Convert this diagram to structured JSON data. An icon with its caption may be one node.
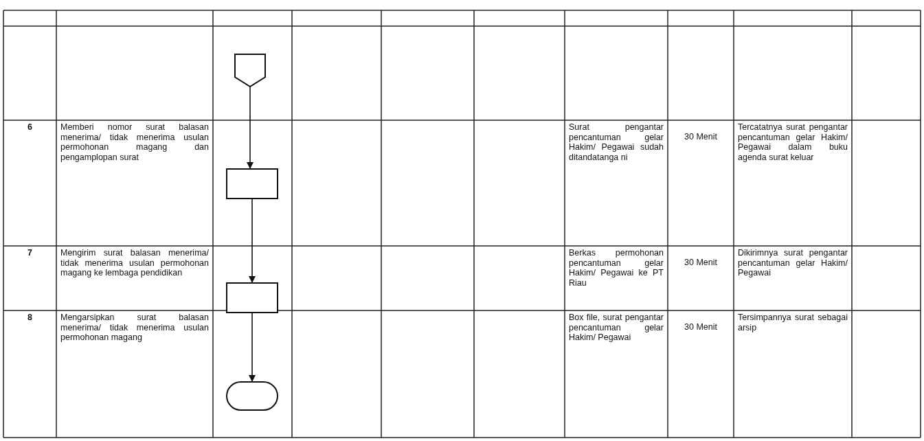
{
  "diagram": {
    "nodes": [
      {
        "text": [],
        "shape": "pentagon"
      },
      {
        "text": [],
        "shape": "box"
      },
      {
        "text": [],
        "shape": "box"
      },
      {
        "text": [],
        "shape": "terminator"
      }
    ],
    "edges": [
      {
        "from": 0,
        "to": 1,
        "arrow": "to"
      },
      {
        "from": 1,
        "to": 2,
        "arrow": "to"
      },
      {
        "from": 2,
        "to": 3,
        "arrow": "to"
      }
    ],
    "labels": [
      "6",
      "Memberi nomor surat balasan menerima/ tidak menerima usulan permohonan magang dan pengamplopan surat",
      "Surat pengantar pencantuman gelar Hakim/ Pegawai sudah ditandatanga ni",
      "30 Menit",
      "Tercatatnya surat pengantar pencantuman gelar Hakim/ Pegawai dalam buku agenda surat keluar",
      "7",
      "Mengirim surat balasan menerima/ tidak menerima usulan permohonan magang ke lembaga pendidikan",
      "Berkas permohonan pencantuman gelar Hakim/ Pegawai ke PT Riau",
      "30 Menit",
      "Dikirimnya surat pengantar pencantuman gelar Hakim/ Pegawai",
      "8",
      "Mengarsipkan surat balasan menerima/ tidak menerima usulan permohonan magang",
      "Box file, surat pengantar pencantuman gelar Hakim/ Pegawai",
      "30 Menit",
      "Tersimpannya surat sebagai arsip"
    ]
  }
}
